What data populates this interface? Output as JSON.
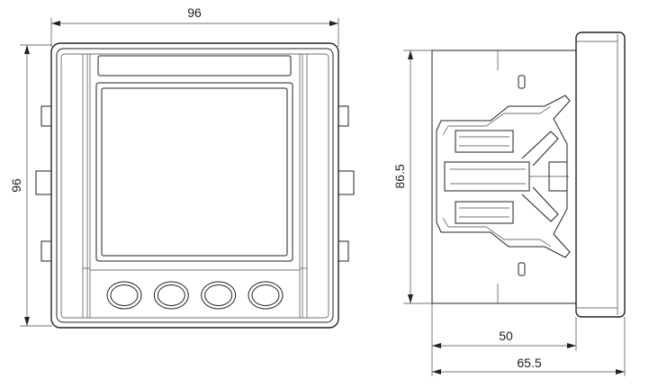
{
  "front_view": {
    "width_dim": "96",
    "height_dim": "96",
    "button_count": 4
  },
  "side_view": {
    "height_dim": "86.5",
    "depth_body_dim": "50",
    "depth_total_dim": "65.5"
  },
  "colors": {
    "line": "#222222",
    "background": "#ffffff"
  }
}
